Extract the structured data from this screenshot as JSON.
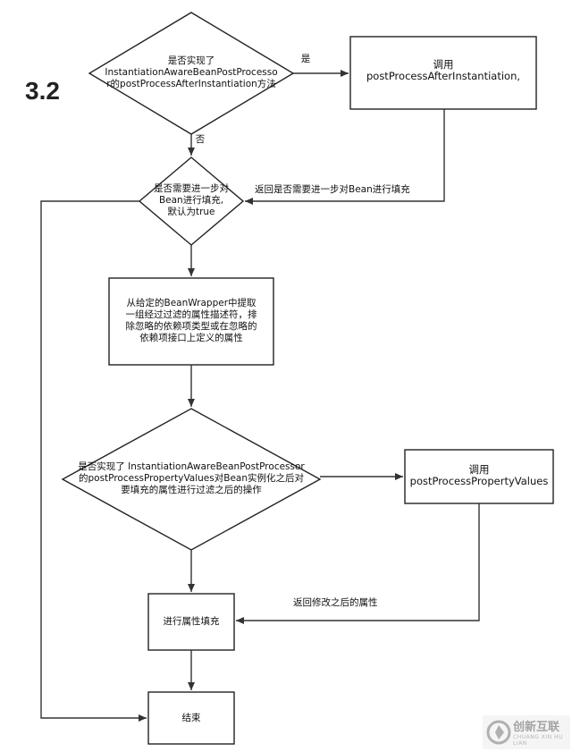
{
  "heading": "3.2",
  "nodes": {
    "d1": "是否实现了\nInstantiationAwareBeanPostProcesso\nr的postProcessAfterInstantiation方法",
    "p1": "调用\npostProcessAfterInstantiation,",
    "d2": "是否需要进一步对\nBean进行填充,\n默认为true",
    "p2": "从给定的BeanWrapper中提取\n一组经过过滤的属性描述符，排\n除忽略的依赖项类型或在忽略的\n依赖项接口上定义的属性",
    "d3": "是否实现了 InstantiationAwareBeanPostProcessor\n的postProcessPropertyValues对Bean实例化之后对\n要填充的属性进行过滤之后的操作",
    "p3": "调用\npostProcessPropertyValues",
    "p4": "进行属性填充",
    "end": "结束"
  },
  "edges": {
    "yes": "是",
    "no": "否",
    "return_fill": "返回是否需要进一步对Bean进行填充",
    "return_modified": "返回修改之后的属性"
  },
  "watermark": {
    "brand": "创新互联",
    "sub": "CHUANG XIN HU LIAN"
  }
}
